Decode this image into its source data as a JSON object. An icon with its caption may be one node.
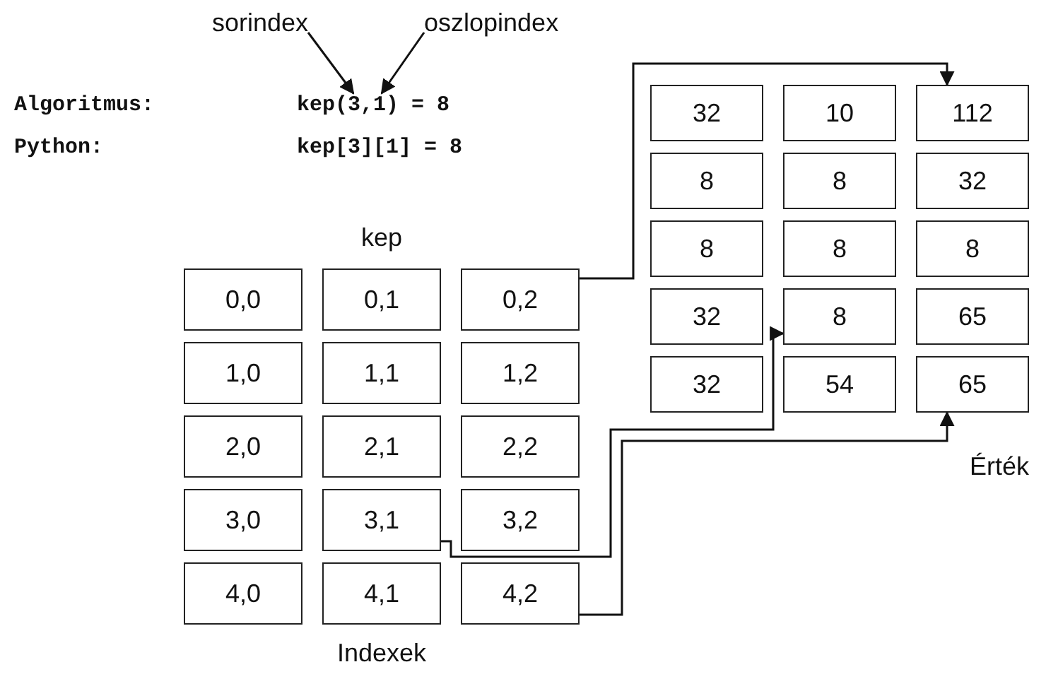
{
  "diagram": {
    "nodes": [
      {
        "text": [
          "sorindex"
        ]
      },
      {
        "text": [
          "oszlopindex"
        ]
      },
      {
        "text": [
          "kep(3,1) = 8"
        ]
      },
      {
        "text": [
          "Érték"
        ]
      },
      {
        "text": [
          "32"
        ],
        "in": 3
      },
      {
        "text": [
          "10"
        ],
        "in": 3
      },
      {
        "text": [
          "112"
        ],
        "in": 3
      },
      {
        "text": [
          "8"
        ],
        "in": 3
      },
      {
        "text": [
          "8"
        ],
        "in": 3
      },
      {
        "text": [
          "32"
        ],
        "in": 3
      },
      {
        "text": [
          "8"
        ],
        "in": 3
      },
      {
        "text": [
          "8"
        ],
        "in": 3
      },
      {
        "text": [
          "8"
        ],
        "in": 3
      },
      {
        "text": [
          "32"
        ],
        "in": 3
      },
      {
        "text": [
          "8"
        ],
        "in": 3
      },
      {
        "text": [
          "65"
        ],
        "in": 3
      },
      {
        "text": [
          "32"
        ],
        "in": 3
      },
      {
        "text": [
          "54"
        ],
        "in": 3
      },
      {
        "text": [
          "65"
        ],
        "in": 3
      },
      {
        "text": [
          "kep",
          "Indexek"
        ]
      },
      {
        "text": [
          "0,0"
        ],
        "in": 19
      },
      {
        "text": [
          "0,1"
        ],
        "in": 19
      },
      {
        "text": [
          "0,2"
        ],
        "in": 19
      },
      {
        "text": [
          "1,0"
        ],
        "in": 19
      },
      {
        "text": [
          "1,1"
        ],
        "in": 19
      },
      {
        "text": [
          "1,2"
        ],
        "in": 19
      },
      {
        "text": [
          "2,0"
        ],
        "in": 19
      },
      {
        "text": [
          "2,1"
        ],
        "in": 19
      },
      {
        "text": [
          "2,2"
        ],
        "in": 19
      },
      {
        "text": [
          "3,0"
        ],
        "in": 19
      },
      {
        "text": [
          "3,1"
        ],
        "in": 19
      },
      {
        "text": [
          "3,2"
        ],
        "in": 19
      },
      {
        "text": [
          "4,0"
        ],
        "in": 19
      },
      {
        "text": [
          "4,1"
        ],
        "in": 19
      },
      {
        "text": [
          "4,2"
        ],
        "in": 19
      }
    ],
    "edges": [
      {
        "from": 0,
        "to": 2,
        "arrow": "to"
      },
      {
        "from": 1,
        "to": 2,
        "arrow": "to"
      },
      {
        "from": 22,
        "to": 6,
        "arrow": "to"
      },
      {
        "from": 30,
        "to": 14,
        "arrow": "to"
      },
      {
        "from": 34,
        "to": 18,
        "arrow": "to"
      }
    ],
    "labels": [
      "Algoritmus:",
      "Python:",
      "kep[3][1] = 8"
    ]
  }
}
